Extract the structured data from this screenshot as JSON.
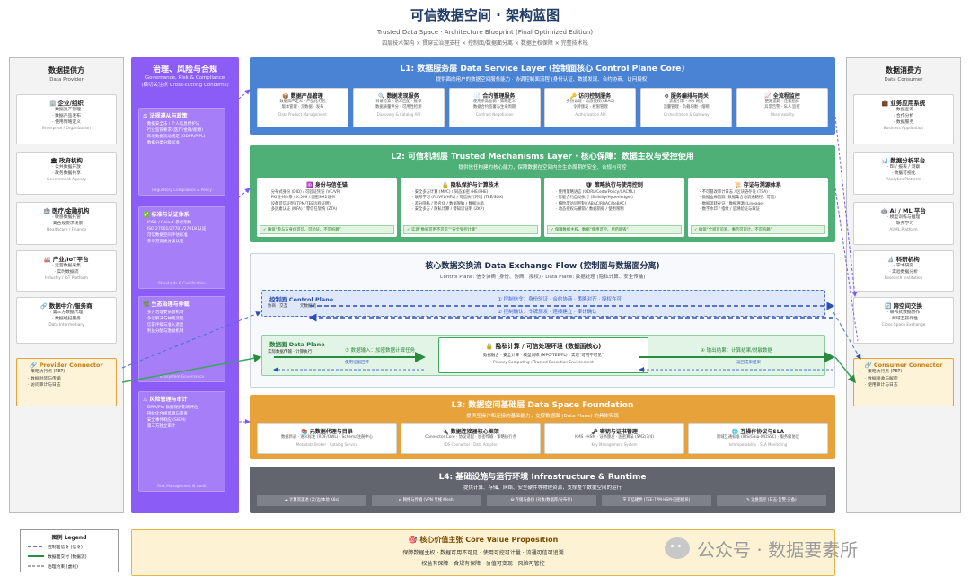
{
  "header": {
    "title": "可信数据空间 · 架构蓝图",
    "subtitle": "Trusted Data Space · Architecture Blueprint (Final Optimized Edition)",
    "subtitle2": "四层技术架构 × 贯穿式治理支柱 × 控制面/数据面分离 × 数据主权保障 × 完整技术栈"
  },
  "provider": {
    "title": "数据提供方",
    "subtitle": "Data Provider",
    "entities": [
      {
        "icon": "building-icon",
        "title": "企业/组织",
        "lines": [
          "· 数据资产管理",
          "· 数据产品发布",
          "· 使用策略定义"
        ],
        "footer": "Enterprise / Organization"
      },
      {
        "icon": "government-icon",
        "title": "政府机构",
        "lines": [
          "· 公共数据开放",
          "· 政务数据共享"
        ],
        "footer": "Government Agency"
      },
      {
        "icon": "hospital-icon",
        "title": "医疗/金融机构",
        "lines": [
          "· 敏感数据托管",
          "· 高合规要求场景"
        ],
        "footer": "Healthcare / Finance"
      },
      {
        "icon": "factory-icon",
        "title": "产业/IoT平台",
        "lines": [
          "· 运营数据采集",
          "· 实时数据流"
        ],
        "footer": "Industry / IoT Platform"
      },
      {
        "icon": "link-icon",
        "title": "数据中介/服务商",
        "lines": [
          "· 第三方数据代理",
          "· 数据经纪服务"
        ],
        "footer": "Data Intermediary"
      }
    ],
    "connector": {
      "title": "Provider Connector",
      "lines": [
        "· 策略执行点 (PEP)",
        "· 数据封装与传输",
        "· 访问审计与日志"
      ]
    }
  },
  "consumer": {
    "title": "数据消费方",
    "subtitle": "Data Consumer",
    "entities": [
      {
        "icon": "app-icon",
        "title": "业务应用系统",
        "lines": [
          "· 数据查询",
          "· 合作分析",
          "· 数据服务"
        ],
        "footer": "Business Application"
      },
      {
        "icon": "chart-icon",
        "title": "数据分析平台",
        "lines": [
          "· BI / 报表 / 洞察",
          "· 数据可视化"
        ],
        "footer": "Analytics Platform"
      },
      {
        "icon": "ai-icon",
        "title": "AI / ML 平台",
        "lines": [
          "· 模型训练与推理",
          "· 联邦学习"
        ],
        "footer": "AI/ML Platform"
      },
      {
        "icon": "microscope-icon",
        "title": "科研机构",
        "lines": [
          "· 学术研究",
          "· 实验数据分析"
        ],
        "footer": "Research Institution"
      },
      {
        "icon": "exchange-icon",
        "title": "跨空间交换",
        "lines": [
          "· 联邦式数据协作",
          "· 跨域互操作性"
        ],
        "footer": "Cross-Space Exchange"
      }
    ],
    "connector": {
      "title": "Consumer Connector",
      "lines": [
        "· 策略执行点 (PEP)",
        "· 数据接收与解密",
        "· 使用审计与日志"
      ]
    }
  },
  "governance": {
    "title": "治理、风险与合规",
    "subtitle": "Governance, Risk & Compliance",
    "note": "(横切关注点 Cross-cutting Concerns)",
    "boxes": [
      {
        "icon": "scale-icon",
        "title": "法规遵从与政策",
        "lines": [
          "· 数据安全法 / 个人信息保护法",
          "· 行业监管要求 (医疗/金融/能源)",
          "· 跨境数据流动规定 (GDPR/PIPL)",
          "· 数据分类分级标准"
        ],
        "footer": "Regulatory Compliance & Policy"
      },
      {
        "icon": "check-icon",
        "title": "标准与认证体系",
        "lines": [
          "· IDSA / Gaia-X 参考架构",
          "· ISO 27001/27701/27018 认证",
          "· 可信数据空间评估标准",
          "· 参与方资质分级认证"
        ],
        "footer": "Standards & Certification"
      },
      {
        "icon": "eco-icon",
        "title": "生态治理与仲裁",
        "lines": [
          "· 多方治理委员会机制",
          "· 争议解决与仲裁流程",
          "· 信誉评级与准入退出",
          "· 利益分配与激励机制"
        ],
        "footer": "Ecosystem Governance"
      },
      {
        "icon": "alert-icon",
        "title": "风险管理与审计",
        "lines": [
          "· DPIA/PIA 数据保护影响评估",
          "· 持续化合规监测与审查",
          "· 安全事件响应 (SIEM)",
          "· 第三方独立审计"
        ],
        "footer": "Risk Management & Audit"
      }
    ]
  },
  "l1": {
    "title": "L1: 数据服务层 Data Service Layer (控制面核心 Control Plane Core)",
    "subtitle": "提供面向用户的数据空间服务能力 · 协调控制面流程 (身份认证、数据发现、合约协商、访问授权)",
    "cards": [
      {
        "icon": "box-icon",
        "title": "数据产品管理",
        "lines": [
          "数据资产定义 · 产品化打包",
          "版本管理 · 元数据 · 发布"
        ],
        "footer": "Data Product Management"
      },
      {
        "icon": "search-icon",
        "title": "数据发现服务",
        "lines": [
          "目录检索 · 语义匹配 · 推荐",
          "数据质量评分 · 可用性检测"
        ],
        "footer": "Discovery & Catalog API"
      },
      {
        "icon": "contract-icon",
        "title": "合约管理服务",
        "lines": [
          "使用条款协商 · 策略定义",
          "数据合约签署与生命周期"
        ],
        "footer": "Contract Negotiation"
      },
      {
        "icon": "key-icon",
        "title": "访问控制服务",
        "lines": [
          "身份认证 · 动态授权(ABAC)",
          "令牌颁发 · 权限管理"
        ],
        "footer": "Authorization API"
      },
      {
        "icon": "gear-icon",
        "title": "服务编排与网关",
        "lines": [
          "流程引擎 · API 网关",
          "流量管理 · 负载均衡 · 熔断"
        ],
        "footer": "Orchestration & Gateway"
      },
      {
        "icon": "monitor-icon",
        "title": "全流程监控",
        "lines": [
          "链路追踪 · 性能指标",
          "异常告警 · SLA 监控"
        ],
        "footer": "Observability"
      }
    ]
  },
  "l2": {
    "title": "L2: 可信机制层 Trusted Mechanisms Layer · 核心保障：数据主权与受控使用",
    "subtitle": "提供信任构建的核心能力，保障数据在空间内全生命周期的安全、合规与可控",
    "cards": [
      {
        "icon": "badge-icon",
        "title": "身份与信任锚",
        "lines": [
          "· 分布式身份 (DID) / 可验证凭证 (VC/VP)",
          "· PKI证书体系 / X.509 / 国密SM2证书",
          "· 设备可信证明 (TPM/TEE远程证明)",
          "· 多因素认证 (MFA) / 零信任架构 (ZTA)"
        ],
        "badge": "✓ 确保“参与方身份可信、可验证、不可抵赖”"
      },
      {
        "icon": "lock-icon",
        "title": "隐私保护与计算技术",
        "lines": [
          "· 安全多方计算 (MPC) / 同态加密 (HE/FHE)",
          "· 联邦学习 (FL/VFL/HFL) / 可信执行环境 (TEE/SGX)",
          "· 差分隐私 / 匿名化 / 数据脱敏 / 数据沙箱",
          "· 安全多方 / 隐私计算 / 零知识证明 (ZKP)"
        ],
        "badge": "✓ 实现“数据可用不可见”“安全受控计算”"
      },
      {
        "icon": "shield-icon",
        "title": "策略执行与使用控制",
        "lines": [
          "· 使用策略语言 (ODRL/CedarPolicy/XACML)",
          "· 智能合约自动执行 (Solidity/Hyperledger)",
          "· 细粒度访问控制 (ABAC/RBAC/ReBAC)",
          "· 动态授权与撤销 / 数据销毁 / 使用限制"
        ],
        "badge": "✓ 保障数据主权、数据“使用可控、用后即毁”"
      },
      {
        "icon": "evidence-icon",
        "title": "存证与溯源体系",
        "lines": [
          "· 不可篡改审计日志 / 区块链存证 (TSA)",
          "· 数据血缘追踪 (数据集合与流通路径、可追)",
          "· 数据流转存证 / 数据溯源 (Lineage)",
          "· 数字水印 / 指纹 / 追溯验证与取证"
        ],
        "badge": "✓ 确保“全程可追溯、事后可审计、不可抵赖”"
      }
    ]
  },
  "flow": {
    "title": "核心数据交换流 Data Exchange Flow (控制面与数据面分离)",
    "subtitle": "Control Plane: 信令协商 (身份、协商、授权) · Data Plane: 数据处理 (隐私计算、安全传输)",
    "control": {
      "title": "控制面 Control Plane",
      "desc": "协商 · 交互",
      "desc2": "元数据流",
      "step1": "① 控制信令：身份验证 · 合约协商 · 策略对齐 · 授权许可",
      "step2": "② 控制确认：令牌颁发 · 连接建立 · 审计确认"
    },
    "data": {
      "title": "数据面 Data Plane",
      "desc": "实际数据传输 · 计算执行",
      "step3": "③ 数据输入：加密数据计算任务",
      "step4": "④ 输出结果：计算结果/脱敏数据",
      "return": "返回成果结果",
      "proof": "使用证据回传",
      "core_title": "隐私计算 / 可信处理环境 (数据面核心)",
      "core_line": "数据融合 · 安全计算 · 模型训练 (MPC/TEE/FL) · 实现“可用不可见”",
      "core_sub": "Privacy Computing / Trusted Execution Environment"
    }
  },
  "l3": {
    "title": "L3: 数据空间基础层 Data Space Foundation",
    "subtitle": "提供互操作和连接的基础能力，支撑数据面 (Data Plane) 的具体实现",
    "cards": [
      {
        "icon": "book-icon",
        "title": "元数据代理与目录",
        "lines": [
          "数据目录 · 语义标注 (RDF/OWL) · Schema注册中心"
        ],
        "footer": "Metadata Broker · Catalog Service"
      },
      {
        "icon": "connector-icon",
        "title": "数据连接器核心框架",
        "lines": [
          "Connector Core · 协议适配 · 加密传输 · 策略执行点"
        ],
        "footer": "IDS Connector · Data Adapter"
      },
      {
        "icon": "key2-icon",
        "title": "密钥与证书管理",
        "lines": [
          "KMS · HSM · 证书颁发 · 国密算法 (SM2/3/4)"
        ],
        "footer": "Key Management System"
      },
      {
        "icon": "globe-icon",
        "title": "互操作协议与SLA",
        "lines": [
          "跨域互通标准 (IDS/Gaia-X/DSSC) · 服务级协议"
        ],
        "footer": "Interoperability · SLA Monitoring"
      }
    ]
  },
  "l4": {
    "title": "L4: 基础设施与运行环境 Infrastructure & Runtime",
    "subtitle": "提供计算、存储、网络、安全硬件等物理资源，支撑整个数据空间的运行",
    "chips": [
      "☁ 计算资源池 (云/边/本地 K8s)",
      "⇄ 网络与传输 (VPN 专线 Mesh)",
      "⛁ 存储与备份 (对象/数据库/分布存)",
      "⛨ 可信硬件 (TEE·TPM·HSM·国密模块)",
      "✎ 运维监控 (日志·告警·灾备)"
    ]
  },
  "legend": {
    "title": "图例 Legend",
    "items": [
      "控制面信令 (信令)",
      "数据面交付 (数据流)",
      "治理约束 (虚线)"
    ]
  },
  "value": {
    "title": "核心价值主张 Core Value Proposition",
    "line1": "保障数据主权 · 数据可用不可见 · 使用可控可计量 · 流通可信可追溯",
    "line2": "权益有保障 · 合规有保障 · 价值可变现 · 风险可管控"
  },
  "watermark": "公众号 · 数据要素所",
  "colors": {
    "l1": "#4a83d4",
    "l2": "#4fb077",
    "l3": "#e8a23a",
    "l4": "#62646e",
    "governance": "#8b5cf6",
    "connector": "#e7a23a"
  }
}
